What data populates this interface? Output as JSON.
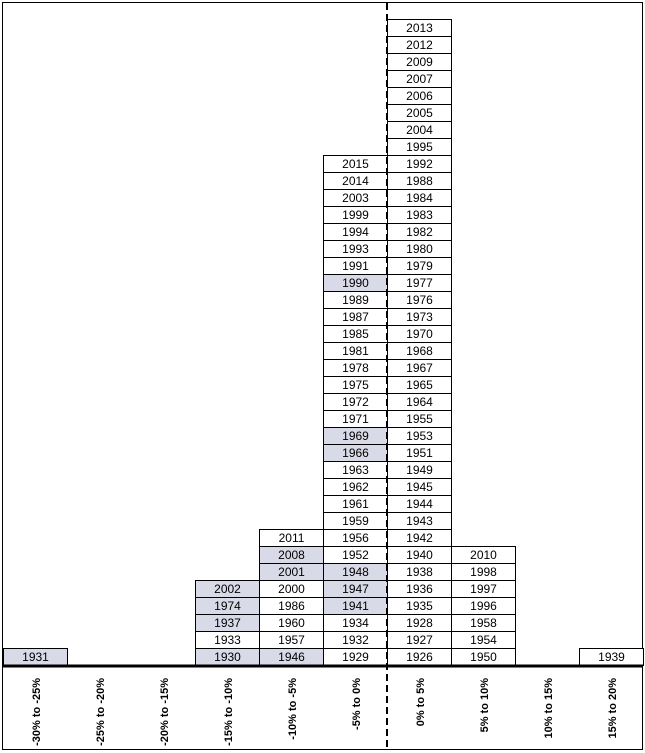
{
  "chart_data": {
    "type": "histogram-stacked-years",
    "title": "",
    "xlabel": "",
    "ylabel": "",
    "grid": false,
    "highlight_color": "#d9dae8",
    "bins": [
      {
        "label": "-30% to -25%",
        "years": [
          {
            "year": "1931",
            "highlight": true
          }
        ]
      },
      {
        "label": "-25% to -20%",
        "years": []
      },
      {
        "label": "-20% to -15%",
        "years": []
      },
      {
        "label": "-15% to -10%",
        "years": [
          {
            "year": "1930",
            "highlight": true
          },
          {
            "year": "1933",
            "highlight": false
          },
          {
            "year": "1937",
            "highlight": true
          },
          {
            "year": "1974",
            "highlight": true
          },
          {
            "year": "2002",
            "highlight": true
          }
        ]
      },
      {
        "label": "-10% to -5%",
        "years": [
          {
            "year": "1946",
            "highlight": true
          },
          {
            "year": "1957",
            "highlight": false
          },
          {
            "year": "1960",
            "highlight": false
          },
          {
            "year": "1986",
            "highlight": false
          },
          {
            "year": "2000",
            "highlight": false
          },
          {
            "year": "2001",
            "highlight": true
          },
          {
            "year": "2008",
            "highlight": true
          },
          {
            "year": "2011",
            "highlight": false
          }
        ]
      },
      {
        "label": "-5% to 0%",
        "years": [
          {
            "year": "1929",
            "highlight": false
          },
          {
            "year": "1932",
            "highlight": false
          },
          {
            "year": "1934",
            "highlight": false
          },
          {
            "year": "1941",
            "highlight": true
          },
          {
            "year": "1947",
            "highlight": true
          },
          {
            "year": "1948",
            "highlight": true
          },
          {
            "year": "1952",
            "highlight": false
          },
          {
            "year": "1956",
            "highlight": false
          },
          {
            "year": "1959",
            "highlight": false
          },
          {
            "year": "1961",
            "highlight": false
          },
          {
            "year": "1962",
            "highlight": false
          },
          {
            "year": "1963",
            "highlight": false
          },
          {
            "year": "1966",
            "highlight": true
          },
          {
            "year": "1969",
            "highlight": true
          },
          {
            "year": "1971",
            "highlight": false
          },
          {
            "year": "1972",
            "highlight": false
          },
          {
            "year": "1975",
            "highlight": false
          },
          {
            "year": "1978",
            "highlight": false
          },
          {
            "year": "1981",
            "highlight": false
          },
          {
            "year": "1985",
            "highlight": false
          },
          {
            "year": "1987",
            "highlight": false
          },
          {
            "year": "1989",
            "highlight": false
          },
          {
            "year": "1990",
            "highlight": true
          },
          {
            "year": "1991",
            "highlight": false
          },
          {
            "year": "1993",
            "highlight": false
          },
          {
            "year": "1994",
            "highlight": false
          },
          {
            "year": "1999",
            "highlight": false
          },
          {
            "year": "2003",
            "highlight": false
          },
          {
            "year": "2014",
            "highlight": false
          },
          {
            "year": "2015",
            "highlight": false
          }
        ]
      },
      {
        "label": "0% to 5%",
        "years": [
          {
            "year": "1926",
            "highlight": false
          },
          {
            "year": "1927",
            "highlight": false
          },
          {
            "year": "1928",
            "highlight": false
          },
          {
            "year": "1935",
            "highlight": false
          },
          {
            "year": "1936",
            "highlight": false
          },
          {
            "year": "1938",
            "highlight": false
          },
          {
            "year": "1940",
            "highlight": false
          },
          {
            "year": "1942",
            "highlight": false
          },
          {
            "year": "1943",
            "highlight": false
          },
          {
            "year": "1944",
            "highlight": false
          },
          {
            "year": "1945",
            "highlight": false
          },
          {
            "year": "1949",
            "highlight": false
          },
          {
            "year": "1951",
            "highlight": false
          },
          {
            "year": "1953",
            "highlight": false
          },
          {
            "year": "1955",
            "highlight": false
          },
          {
            "year": "1964",
            "highlight": false
          },
          {
            "year": "1965",
            "highlight": false
          },
          {
            "year": "1967",
            "highlight": false
          },
          {
            "year": "1968",
            "highlight": false
          },
          {
            "year": "1970",
            "highlight": false
          },
          {
            "year": "1973",
            "highlight": false
          },
          {
            "year": "1976",
            "highlight": false
          },
          {
            "year": "1977",
            "highlight": false
          },
          {
            "year": "1979",
            "highlight": false
          },
          {
            "year": "1980",
            "highlight": false
          },
          {
            "year": "1982",
            "highlight": false
          },
          {
            "year": "1983",
            "highlight": false
          },
          {
            "year": "1984",
            "highlight": false
          },
          {
            "year": "1988",
            "highlight": false
          },
          {
            "year": "1992",
            "highlight": false
          },
          {
            "year": "1995",
            "highlight": false
          },
          {
            "year": "2004",
            "highlight": false
          },
          {
            "year": "2005",
            "highlight": false
          },
          {
            "year": "2006",
            "highlight": false
          },
          {
            "year": "2007",
            "highlight": false
          },
          {
            "year": "2009",
            "highlight": false
          },
          {
            "year": "2012",
            "highlight": false
          },
          {
            "year": "2013",
            "highlight": false
          }
        ]
      },
      {
        "label": "5% to 10%",
        "years": [
          {
            "year": "1950",
            "highlight": false
          },
          {
            "year": "1954",
            "highlight": false
          },
          {
            "year": "1958",
            "highlight": false
          },
          {
            "year": "1996",
            "highlight": false
          },
          {
            "year": "1997",
            "highlight": false
          },
          {
            "year": "1998",
            "highlight": false
          },
          {
            "year": "2010",
            "highlight": false
          }
        ]
      },
      {
        "label": "10% to 15%",
        "years": []
      },
      {
        "label": "15% to 20%",
        "years": [
          {
            "year": "1939",
            "highlight": false
          }
        ]
      }
    ],
    "zero_line": {
      "between_bins": [
        5,
        6
      ],
      "style": "dashed"
    }
  }
}
